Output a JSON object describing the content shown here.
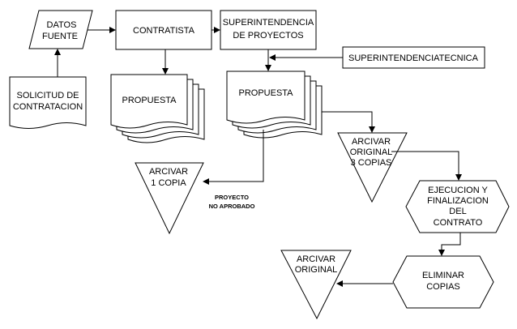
{
  "diagram": {
    "datos_fuente": [
      "DATOS",
      "FUENTE"
    ],
    "contratista": "CONTRATISTA",
    "superintendencia_proyectos": [
      "SUPERINTENDENCIA",
      "DE PROYECTOS"
    ],
    "superintendencia_tecnica": "SUPERINTENDENCIATECNICA",
    "solicitud": [
      "SOLICITUD DE",
      "CONTRATACION"
    ],
    "propuesta_1": "PROPUESTA",
    "propuesta_2": "PROPUESTA",
    "arcivar_original_3": [
      "ARCIVAR",
      "ORIGINAL",
      "3 COPIAS"
    ],
    "arcivar_1copia": [
      "ARCIVAR",
      "1 COPIA"
    ],
    "proyecto_no_aprobado": [
      "PROYECTO",
      "NO APROBADO"
    ],
    "ejecucion": [
      "EJECUCION Y",
      "FINALIZACION",
      "DEL",
      "CONTRATO"
    ],
    "eliminar": [
      "ELIMINAR",
      "COPIAS"
    ],
    "arcivar_original": [
      "ARCIVAR",
      "ORIGINAL"
    ]
  }
}
